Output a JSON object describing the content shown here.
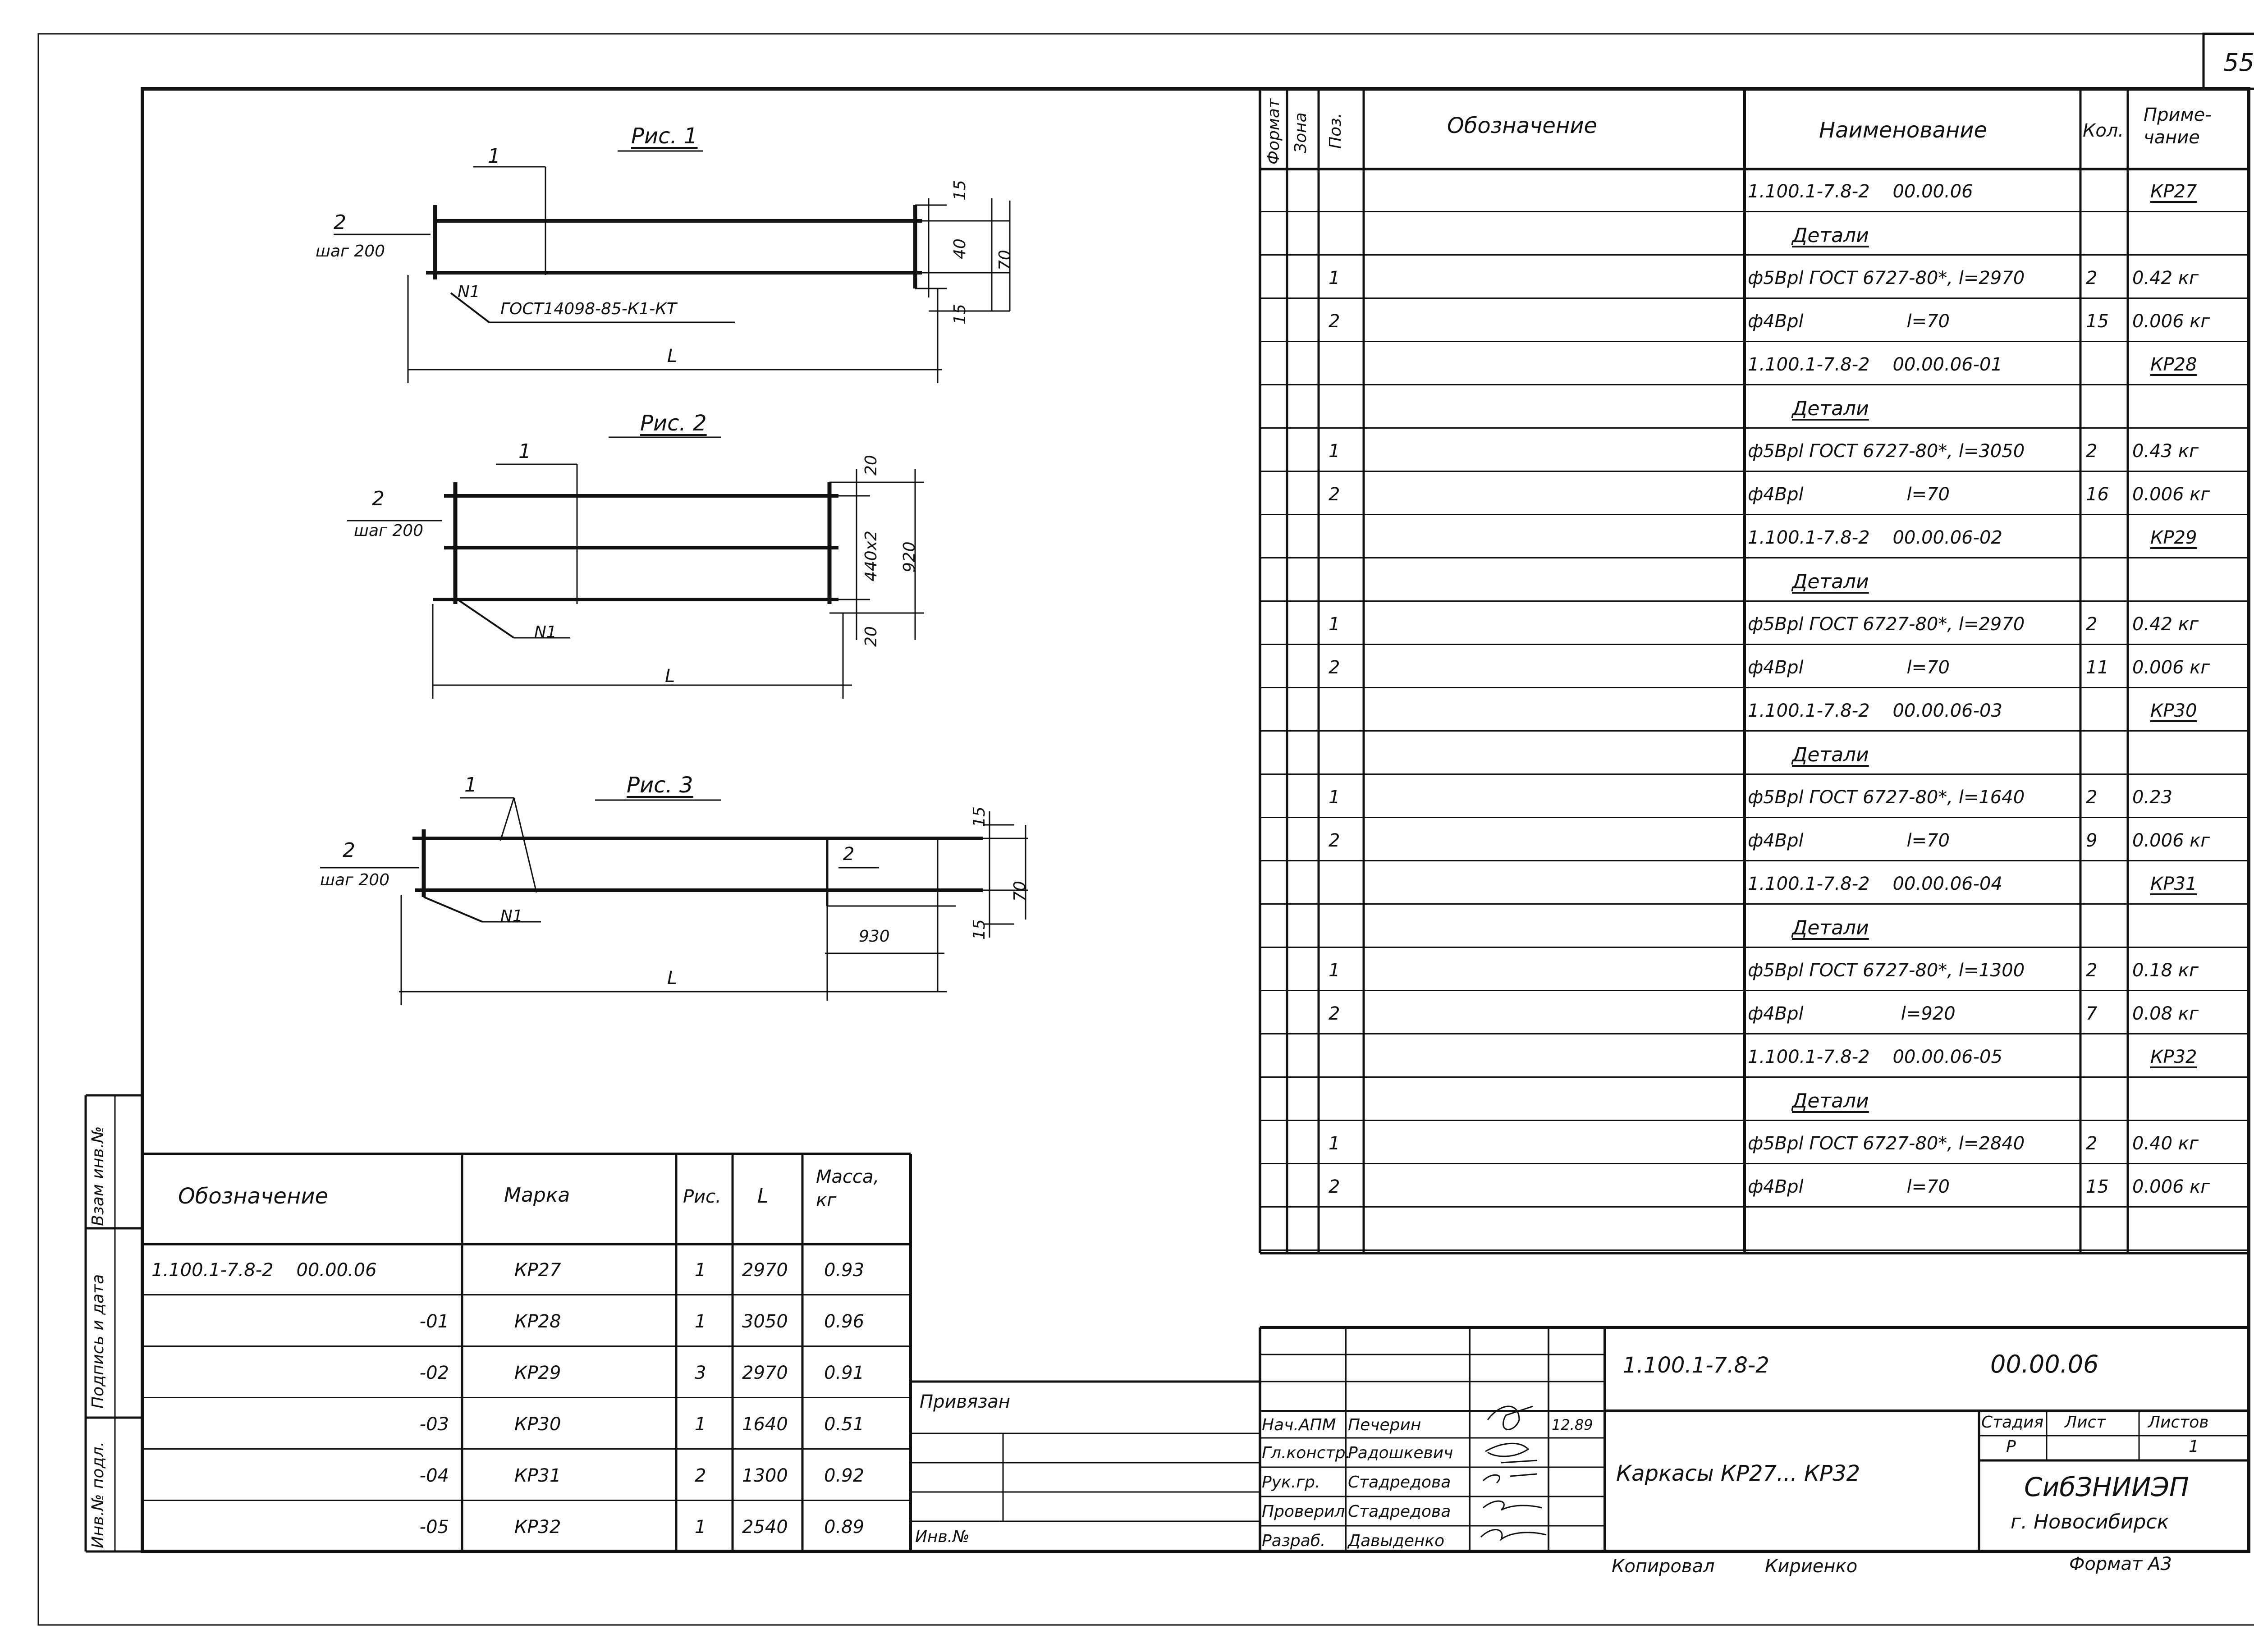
{
  "sheet_number": "55",
  "figures": {
    "fig1": {
      "title": "Рис. 1",
      "callouts": [
        "1",
        "2",
        "шаг 200",
        "N1",
        "ГОСТ14098-85-К1-КТ",
        "L"
      ],
      "dims": [
        "15",
        "40",
        "15",
        "70"
      ]
    },
    "fig2": {
      "title": "Рис. 2",
      "callouts": [
        "1",
        "2",
        "шаг 200",
        "N1",
        "L"
      ],
      "dims": [
        "20",
        "440x2",
        "20",
        "920"
      ]
    },
    "fig3": {
      "title": "Рис. 3",
      "callouts": [
        "1",
        "2",
        "шаг 200",
        "N1",
        "L",
        "2"
      ],
      "dims": [
        "15",
        "70",
        "15",
        "930"
      ]
    }
  },
  "spec_table": {
    "headers": {
      "format": "Формат",
      "zone": "Зона",
      "pos": "Поз.",
      "designation": "Обозначение",
      "name": "Наименование",
      "qty": "Кол.",
      "note": "Приме-чание"
    },
    "rows": [
      {
        "pos": "",
        "name": "1.100.1-7.8-2    00.00.06",
        "qty": "",
        "note": "КР27",
        "note_ul": true
      },
      {
        "pos": "",
        "name": "Детали",
        "section": true,
        "qty": "",
        "note": ""
      },
      {
        "pos": "1",
        "name": "ф5Врl ГОСТ 6727-80*, l=2970",
        "qty": "2",
        "note": "0.42 кг"
      },
      {
        "pos": "2",
        "name": "ф4Врl                  l=70",
        "qty": "15",
        "note": "0.006 кг"
      },
      {
        "pos": "",
        "name": "1.100.1-7.8-2    00.00.06-01",
        "qty": "",
        "note": "КР28",
        "note_ul": true
      },
      {
        "pos": "",
        "name": "Детали",
        "section": true,
        "qty": "",
        "note": ""
      },
      {
        "pos": "1",
        "name": "ф5Врl ГОСТ 6727-80*, l=3050",
        "qty": "2",
        "note": "0.43 кг"
      },
      {
        "pos": "2",
        "name": "ф4Врl                  l=70",
        "qty": "16",
        "note": "0.006 кг"
      },
      {
        "pos": "",
        "name": "1.100.1-7.8-2    00.00.06-02",
        "qty": "",
        "note": "КР29",
        "note_ul": true
      },
      {
        "pos": "",
        "name": "Детали",
        "section": true,
        "qty": "",
        "note": ""
      },
      {
        "pos": "1",
        "name": "ф5Врl ГОСТ 6727-80*, l=2970",
        "qty": "2",
        "note": "0.42 кг"
      },
      {
        "pos": "2",
        "name": "ф4Врl                  l=70",
        "qty": "11",
        "note": "0.006 кг"
      },
      {
        "pos": "",
        "name": "1.100.1-7.8-2    00.00.06-03",
        "qty": "",
        "note": "КР30",
        "note_ul": true
      },
      {
        "pos": "",
        "name": "Детали",
        "section": true,
        "qty": "",
        "note": ""
      },
      {
        "pos": "1",
        "name": "ф5Врl ГОСТ 6727-80*, l=1640",
        "qty": "2",
        "note": "0.23"
      },
      {
        "pos": "2",
        "name": "ф4Врl                  l=70",
        "qty": "9",
        "note": "0.006 кг"
      },
      {
        "pos": "",
        "name": "1.100.1-7.8-2    00.00.06-04",
        "qty": "",
        "note": "КР31",
        "note_ul": true
      },
      {
        "pos": "",
        "name": "Детали",
        "section": true,
        "qty": "",
        "note": ""
      },
      {
        "pos": "1",
        "name": "ф5Врl ГОСТ 6727-80*, l=1300",
        "qty": "2",
        "note": "0.18 кг"
      },
      {
        "pos": "2",
        "name": "ф4Врl                 l=920",
        "qty": "7",
        "note": "0.08 кг"
      },
      {
        "pos": "",
        "name": "1.100.1-7.8-2    00.00.06-05",
        "qty": "",
        "note": "КР32",
        "note_ul": true
      },
      {
        "pos": "",
        "name": "Детали",
        "section": true,
        "qty": "",
        "note": ""
      },
      {
        "pos": "1",
        "name": "ф5Врl ГОСТ 6727-80*, l=2840",
        "qty": "2",
        "note": "0.40 кг"
      },
      {
        "pos": "2",
        "name": "ф4Врl                  l=70",
        "qty": "15",
        "note": "0.006 кг"
      },
      {
        "pos": "",
        "name": "",
        "qty": "",
        "note": ""
      }
    ]
  },
  "marks_table": {
    "headers": {
      "designation": "Обозначение",
      "mark": "Марка",
      "fig": "Рис.",
      "length": "L",
      "mass": "Масса, кг"
    },
    "rows": [
      {
        "designation": "1.100.1-7.8-2    00.00.06",
        "mark": "КР27",
        "fig": "1",
        "length": "2970",
        "mass": "0.93"
      },
      {
        "designation": "-01",
        "mark": "КР28",
        "fig": "1",
        "length": "3050",
        "mass": "0.96"
      },
      {
        "designation": "-02",
        "mark": "КР29",
        "fig": "3",
        "length": "2970",
        "mass": "0.91"
      },
      {
        "designation": "-03",
        "mark": "КР30",
        "fig": "1",
        "length": "1640",
        "mass": "0.51"
      },
      {
        "designation": "-04",
        "mark": "КР31",
        "fig": "2",
        "length": "1300",
        "mass": "0.92"
      },
      {
        "designation": "-05",
        "mark": "КР32",
        "fig": "1",
        "length": "2540",
        "mass": "0.89"
      }
    ]
  },
  "left_margin_labels": [
    "Взам инв.№",
    "Подпись и дата",
    "Инв.№ подл."
  ],
  "privyazan": {
    "label": "Привязан",
    "inv_label": "Инв.№"
  },
  "title_block": {
    "doc_code": "1.100.1-7.8-2",
    "doc_number": "00.00.06",
    "date": "12.89",
    "signatures": [
      {
        "role": "Нач.АПМ",
        "name": "Печерин"
      },
      {
        "role": "Гл.констр.",
        "name": "Радошкевич"
      },
      {
        "role": "Рук.гр.",
        "name": "Стадредова"
      },
      {
        "role": "Проверил",
        "name": "Стадредова"
      },
      {
        "role": "Разраб.",
        "name": "Давыденко"
      }
    ],
    "drawing_title": "Каркасы  КР27... КР32",
    "stage_label": "Стадия",
    "sheet_label": "Лист",
    "sheets_label": "Листов",
    "stage_value": "Р",
    "sheets_value": "1",
    "organization": "СибЗНИИЭП",
    "city": "г. Новосибирск",
    "copied_by_label": "Копировал",
    "copied_by_name": "Кириенко",
    "format": "Формат А3"
  }
}
